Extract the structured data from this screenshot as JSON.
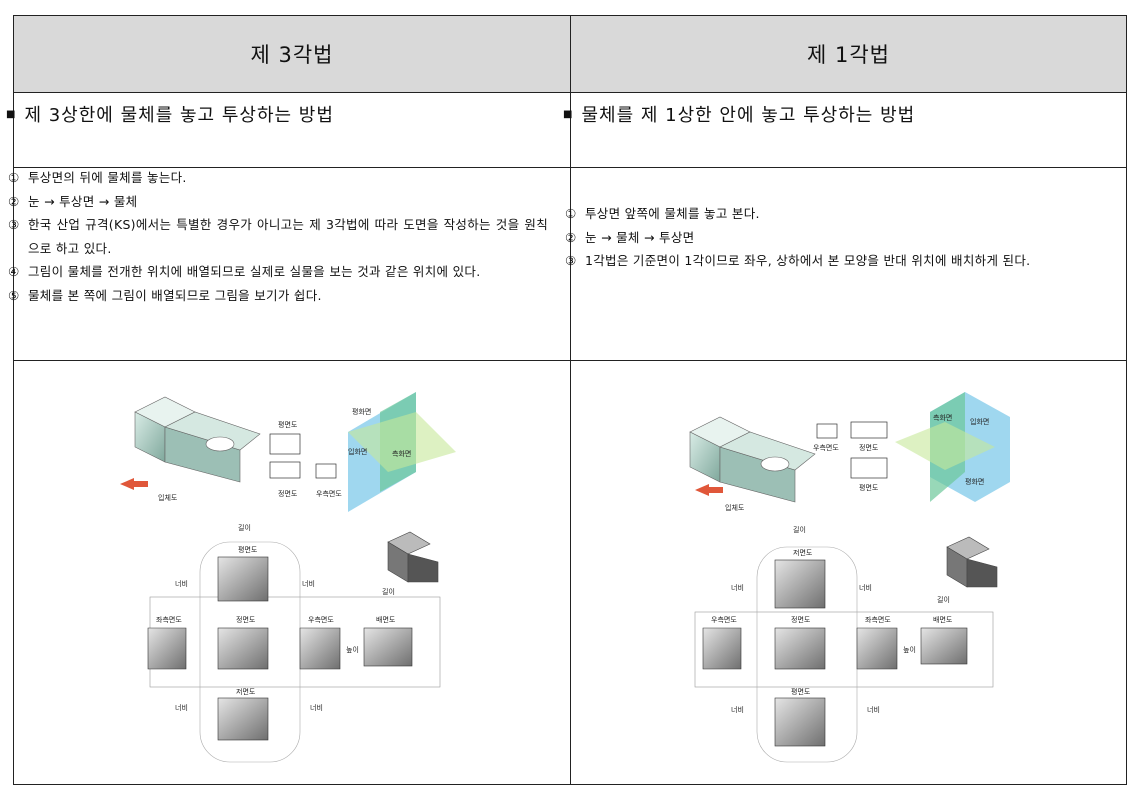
{
  "columns": [
    {
      "title": "제 3각법",
      "summary": "제 3상한에 물체를 놓고 투상하는 방법",
      "items": [
        {
          "num": "①",
          "text": "투상면의 뒤에 물체를 놓는다."
        },
        {
          "num": "②",
          "text": "눈 → 투상면 → 물체"
        },
        {
          "num": "③",
          "text": "한국 산업 규격(KS)에서는 특별한 경우가 아니고는 제 3각법에 따라 도면을 작성하는 것을 원칙으로 하고 있다."
        },
        {
          "num": "④",
          "text": "그림이 물체를 전개한 위치에 배열되므로 실제로 실물을 보는 것과 같은 위치에 있다."
        },
        {
          "num": "⑤",
          "text": "물체를 본 쪽에 그림이 배열되므로 그림을 보기가 쉽다."
        }
      ],
      "figure": {
        "iso_label": "입체도",
        "top_view": "평면도",
        "front_view": "정면도",
        "right_view": "우측면도",
        "plane_h": "평화면",
        "plane_v": "입화면",
        "plane_s": "측화면",
        "dev_top": "평면도",
        "dev_front": "정면도",
        "dev_left": "좌측면도",
        "dev_right": "우측면도",
        "dev_back": "배면도",
        "dev_bottom": "저면도",
        "len": "길이",
        "width": "너비",
        "height": "높이"
      }
    },
    {
      "title": "제 1각법",
      "summary": "물체를 제 1상한 안에 놓고 투상하는 방법",
      "items": [
        {
          "num": "①",
          "text": "투상면 앞쪽에 물체를 놓고 본다."
        },
        {
          "num": "②",
          "text": "눈 → 물체 → 투상면"
        },
        {
          "num": "③",
          "text": "1각법은 기준면이 1각이므로 좌우, 상하에서 본 모양을 반대 위치에 배치하게 된다."
        }
      ],
      "figure": {
        "iso_label": "입체도",
        "top_view": "평면도",
        "front_view": "정면도",
        "right_view": "우측면도",
        "plane_h": "평화면",
        "plane_v": "입화면",
        "plane_s": "측화면",
        "dev_top": "저면도",
        "dev_front": "정면도",
        "dev_left": "우측면도",
        "dev_right": "좌측면도",
        "dev_back": "배면도",
        "dev_bottom": "평면도",
        "len": "길이",
        "width": "너비",
        "height": "높이"
      }
    }
  ],
  "colors": {
    "header_bg": "#d9d9d9",
    "plane_green": "#6cc79a",
    "plane_blue": "#7fc9ea",
    "arrow": "#e0573a"
  }
}
